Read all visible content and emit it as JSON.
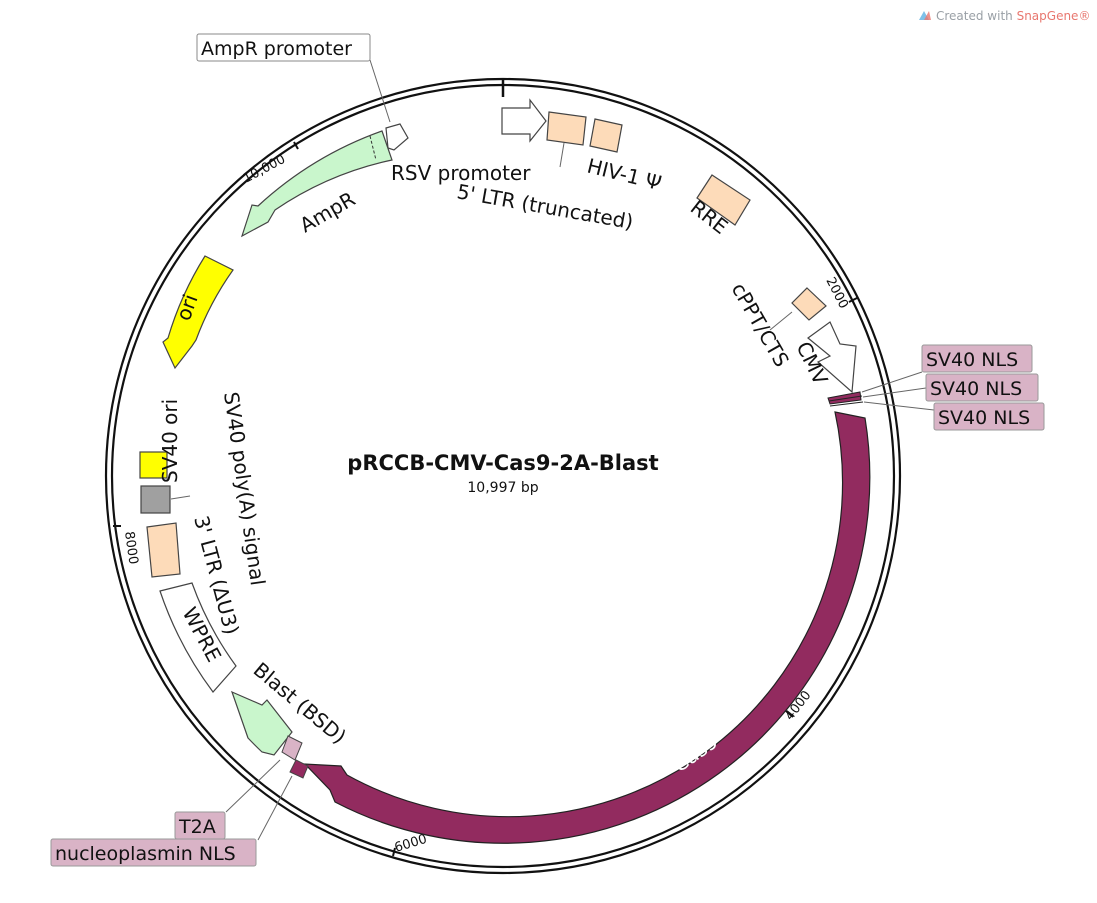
{
  "watermark": {
    "prefix": "Created with ",
    "brand": "SnapGene®"
  },
  "plasmid": {
    "name": "pRCCB-CMV-Cas9-2A-Blast",
    "length": "10,997 bp"
  },
  "ticks": [
    "2000",
    "4000",
    "6000",
    "8000",
    "10,000"
  ],
  "features": {
    "ampr_promoter": "AmpR promoter",
    "rsv_promoter": "RSV promoter",
    "ltr5": "5' LTR (truncated)",
    "hiv1_psi": "HIV-1 Ψ",
    "rre": "RRE",
    "cppt_cts": "cPPT/CTS",
    "cmv": "CMV",
    "sv40_nls_1": "SV40 NLS",
    "sv40_nls_2": "SV40 NLS",
    "sv40_nls_3": "SV40 NLS",
    "cas9": "Cas9",
    "blast": "Blast (BSD)",
    "t2a": "T2A",
    "nucleoplasmin_nls": "nucleoplasmin NLS",
    "wpre": "WPRE",
    "ltr3": "3' LTR (ΔU3)",
    "sv40_polya": "SV40 poly(A) signal",
    "sv40_ori": "SV40 ori",
    "ori": "ori",
    "ampr": "AmpR"
  },
  "colors": {
    "backbone": "#111111",
    "cas9": "#922b5f",
    "nls_box": "#d9b3c6",
    "tan": "#fddbb9",
    "green": "#c9f6cc",
    "yellow": "#ffff00",
    "grey": "#a0a0a0",
    "white": "#ffffff"
  }
}
